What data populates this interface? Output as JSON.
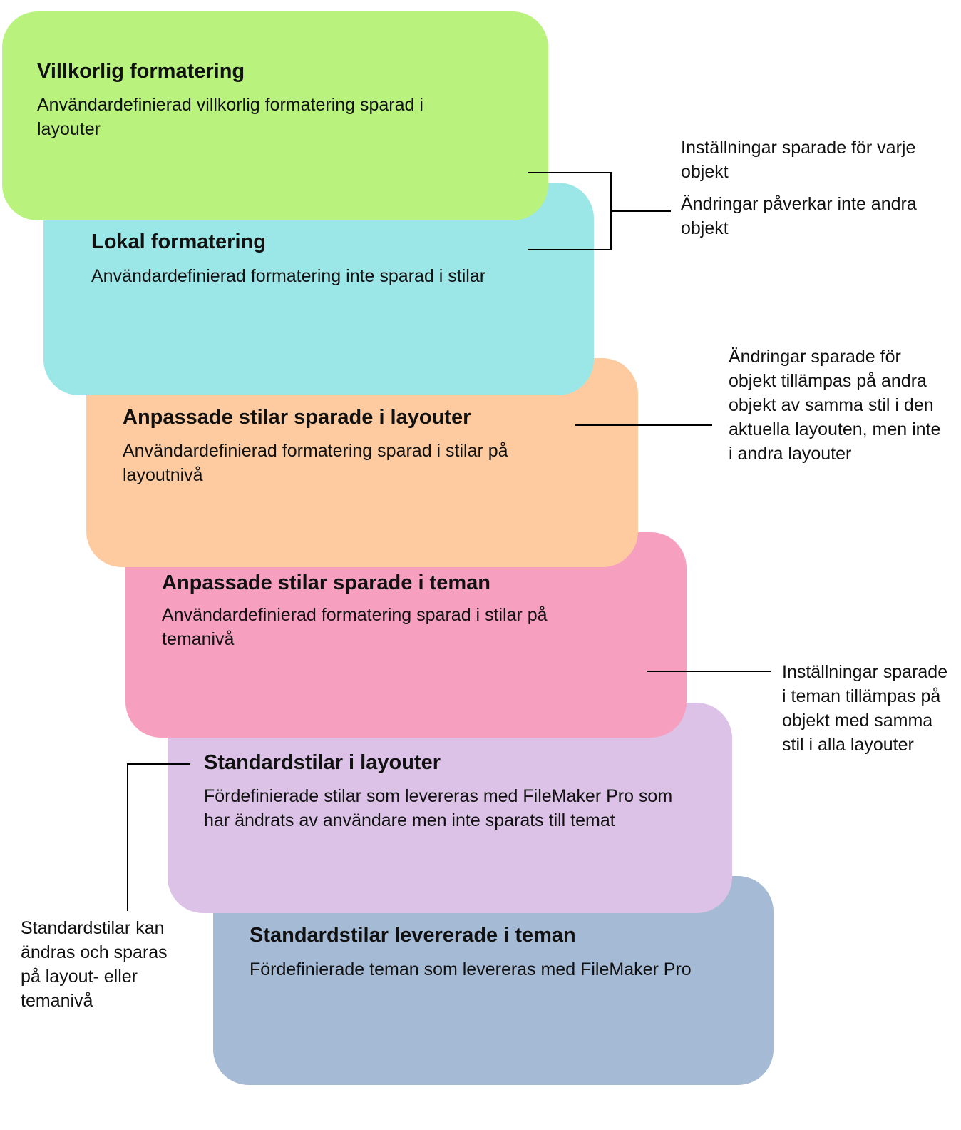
{
  "colors": {
    "conditional": "#b9f37e",
    "local": "#9be6e6",
    "layout_styles": "#fdcb9f",
    "theme_styles": "#f79fbe",
    "default_layout": "#dbc2e6",
    "default_theme": "#a5bad4",
    "line": "#000000"
  },
  "layers": [
    {
      "title": "Villkorlig formatering",
      "description": "Användardefinierad villkorlig formatering sparad i layouter"
    },
    {
      "title": "Lokal formatering",
      "description": "Användardefinierad formatering inte sparad i stilar"
    },
    {
      "title": "Anpassade stilar sparade i layouter",
      "description": "Användardefinierad formatering sparad i stilar på layoutnivå"
    },
    {
      "title": "Anpassade stilar sparade i teman",
      "description": "Användardefinierad formatering sparad i stilar på temanivå"
    },
    {
      "title": "Standardstilar i layouter",
      "description": "Fördefinierade stilar som levereras med FileMaker Pro som har ändrats av användare men inte sparats till temat"
    },
    {
      "title": "Standardstilar levererade i teman",
      "description": "Fördefinierade teman som levereras med FileMaker Pro"
    }
  ],
  "notes": {
    "object_settings": [
      "Inställningar sparade för varje objekt",
      "Ändringar påverkar inte andra objekt"
    ],
    "layout_styles": "Ändringar sparade för objekt tillämpas på andra objekt av samma stil i den aktuella layouten, men inte i andra layouter",
    "theme_styles": "Inställningar sparade i teman tillämpas på objekt med samma stil i alla layouter",
    "default_styles": "Standardstilar kan ändras och sparas på layout- eller temanivå"
  }
}
